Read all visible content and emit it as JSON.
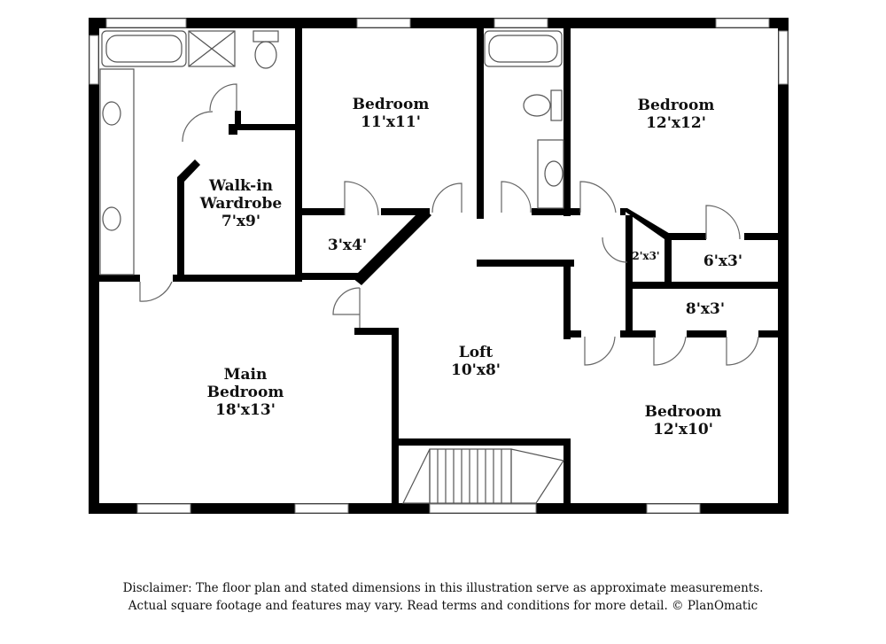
{
  "rooms": {
    "bedroom_nw": {
      "name": "Bedroom",
      "dims": "11'x11'"
    },
    "bedroom_ne": {
      "name": "Bedroom",
      "dims": "12'x12'"
    },
    "walkin": {
      "line1": "Walk-in",
      "line2": "Wardrobe",
      "dims": "7'x9'"
    },
    "closet_3x4": {
      "dims": "3'x4'"
    },
    "closet_2x3": {
      "dims": "2'x3'"
    },
    "closet_6x3": {
      "dims": "6'x3'"
    },
    "closet_8x3": {
      "dims": "8'x3'"
    },
    "loft": {
      "name": "Loft",
      "dims": "10'x8'"
    },
    "main_bedroom": {
      "line1": "Main",
      "line2": "Bedroom",
      "dims": "18'x13'"
    },
    "bedroom_se": {
      "name": "Bedroom",
      "dims": "12'x10'"
    }
  },
  "disclaimer": {
    "line1": "Disclaimer: The floor plan and stated dimensions in this illustration serve as approximate measurements.",
    "line2": "Actual square footage and features may vary. Read terms and conditions for more detail. © PlanOmatic"
  }
}
